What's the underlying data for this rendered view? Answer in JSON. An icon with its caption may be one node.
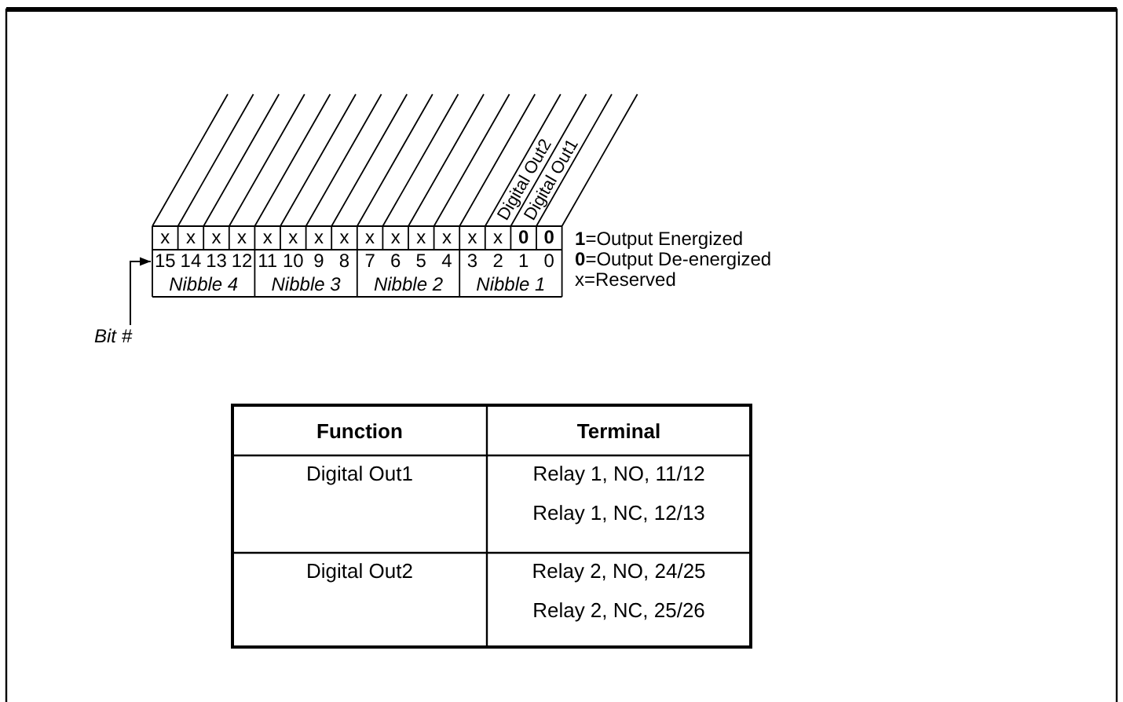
{
  "diagram": {
    "nodes": [
      {
        "text": [
          "Bit #"
        ]
      },
      {
        "text": [
          "15"
        ]
      }
    ],
    "edges": [
      {
        "from": 0,
        "to": 1,
        "arrow": "to"
      }
    ],
    "labels": [
      "Digital Out2",
      "Digital Out1",
      "x",
      "x",
      "x",
      "x",
      "x",
      "x",
      "x",
      "x",
      "x",
      "x",
      "x",
      "x",
      "x",
      "x",
      "0",
      "0",
      "**1**=Output Energized",
      "**0**=Output De-energized",
      "x=Reserved",
      "14",
      "13",
      "12",
      "11",
      "10",
      "9",
      "8",
      "7",
      "6",
      "5",
      "4",
      "3",
      "2",
      "1",
      "0",
      "Nibble 4",
      "Nibble 3",
      "Nibble 2",
      "Nibble 1",
      "Function",
      "Terminal",
      "Digital Out1",
      "Relay 1, NO, 11/12",
      "Relay 1, NC, 12/13",
      "Digital Out2",
      "Relay 2, NO, 24/25",
      "Relay 2, NC, 25/26"
    ]
  }
}
